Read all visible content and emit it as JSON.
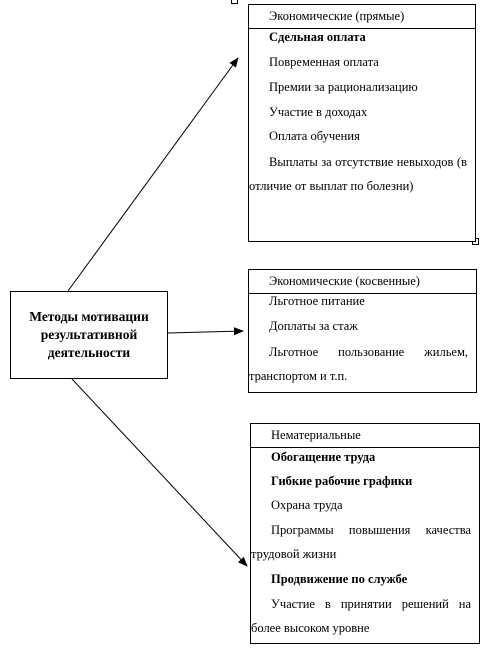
{
  "center": {
    "title": "Методы мотивации результативной деятельности"
  },
  "boxes": [
    {
      "header": "Экономические (прямые)",
      "items": [
        "Сдельная оплата",
        "Повременная оплата",
        "Премии за рационализацию",
        "Участие в доходах",
        "Оплата обучения",
        "Выплаты за отсутствие невыходов (в отличие от выплат по болезни)"
      ]
    },
    {
      "header": "Экономические (косвенные)",
      "items": [
        "Льготное питание",
        "Доплаты за стаж",
        "Льготное пользование жильем, транспортом и т.п."
      ]
    },
    {
      "header": "Нематериальные",
      "items": [
        "Обогащение труда",
        "Гибкие рабочие графики",
        "Охрана труда",
        "Программы повышения качества трудовой жизни",
        "Продвижение по службе",
        "Участие в принятии решений на более высоком уровне"
      ]
    }
  ]
}
